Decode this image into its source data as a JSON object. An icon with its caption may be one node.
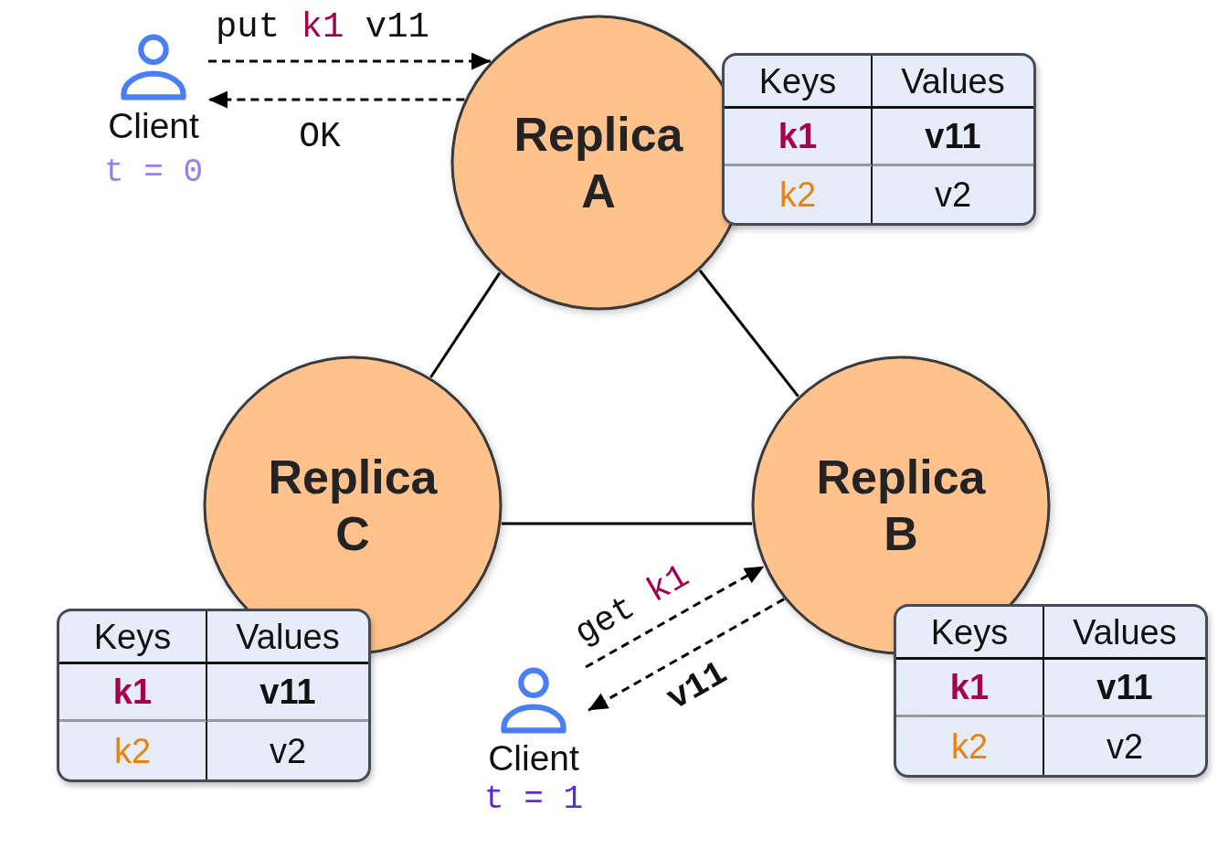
{
  "diagram": {
    "nodes": [
      {
        "text": [
          "Client",
          "t = 0"
        ]
      },
      {
        "text": [
          "Replica A"
        ]
      },
      {
        "text": [
          "Keys",
          "Values",
          "k1",
          "v11",
          "k2",
          "v2"
        ]
      },
      {
        "text": [
          "Replica C"
        ]
      },
      {
        "text": [
          "Replica B"
        ]
      },
      {
        "text": [
          "Keys",
          "Values",
          "k1",
          "v11",
          "k2",
          "v2"
        ]
      },
      {
        "text": [
          "Client",
          "t = 1"
        ]
      },
      {
        "text": [
          "Keys",
          "Values",
          "k1",
          "v11",
          "k2",
          "v2"
        ]
      }
    ],
    "edges": [
      {
        "from": 0,
        "to": 1,
        "arrow": "to",
        "label": "put k1 v11",
        "style": "dashed"
      },
      {
        "from": 1,
        "to": 0,
        "arrow": "to",
        "label": "OK",
        "style": "dashed"
      },
      {
        "from": 1,
        "to": 3,
        "arrow": "none"
      },
      {
        "from": 1,
        "to": 4,
        "arrow": "none"
      },
      {
        "from": 3,
        "to": 4,
        "arrow": "none"
      },
      {
        "from": 6,
        "to": 4,
        "arrow": "to",
        "label": "get k1",
        "style": "dashed"
      },
      {
        "from": 4,
        "to": 6,
        "arrow": "to",
        "label": "v11",
        "style": "dashed"
      }
    ]
  }
}
